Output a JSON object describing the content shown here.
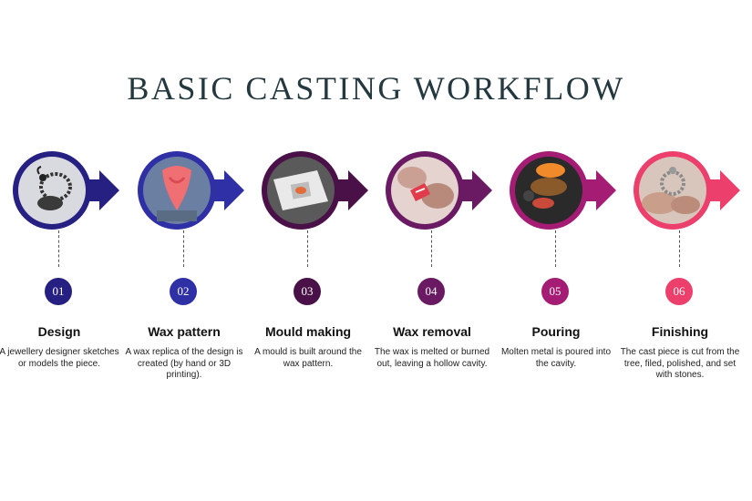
{
  "title": "BASIC CASTING WORKFLOW",
  "steps": [
    {
      "num": "01",
      "name": "Design",
      "desc": "A jewellery designer sketches or models the piece.",
      "color": "#272083",
      "photo_icon": "peacock-brooch-icon"
    },
    {
      "num": "02",
      "name": "Wax pattern",
      "desc": "A wax replica of the design is created (by hand or 3D printing).",
      "color": "#2f2fa6",
      "photo_icon": "wax-model-icon"
    },
    {
      "num": "03",
      "name": "Mould making",
      "desc": "A mould is built around the wax pattern.",
      "color": "#4a1148",
      "photo_icon": "mould-icon"
    },
    {
      "num": "04",
      "name": "Wax removal",
      "desc": "The wax is melted or burned out, leaving a hollow cavity.",
      "color": "#6a1a63",
      "photo_icon": "hands-wax-icon"
    },
    {
      "num": "05",
      "name": "Pouring",
      "desc": "Molten metal is poured into the cavity.",
      "color": "#a41c73",
      "photo_icon": "pouring-metal-icon"
    },
    {
      "num": "06",
      "name": "Finishing",
      "desc": "The cast piece is cut from the tree, filed, polished, and set with stones.",
      "color": "#ec3f6c",
      "photo_icon": "finished-piece-icon"
    }
  ]
}
